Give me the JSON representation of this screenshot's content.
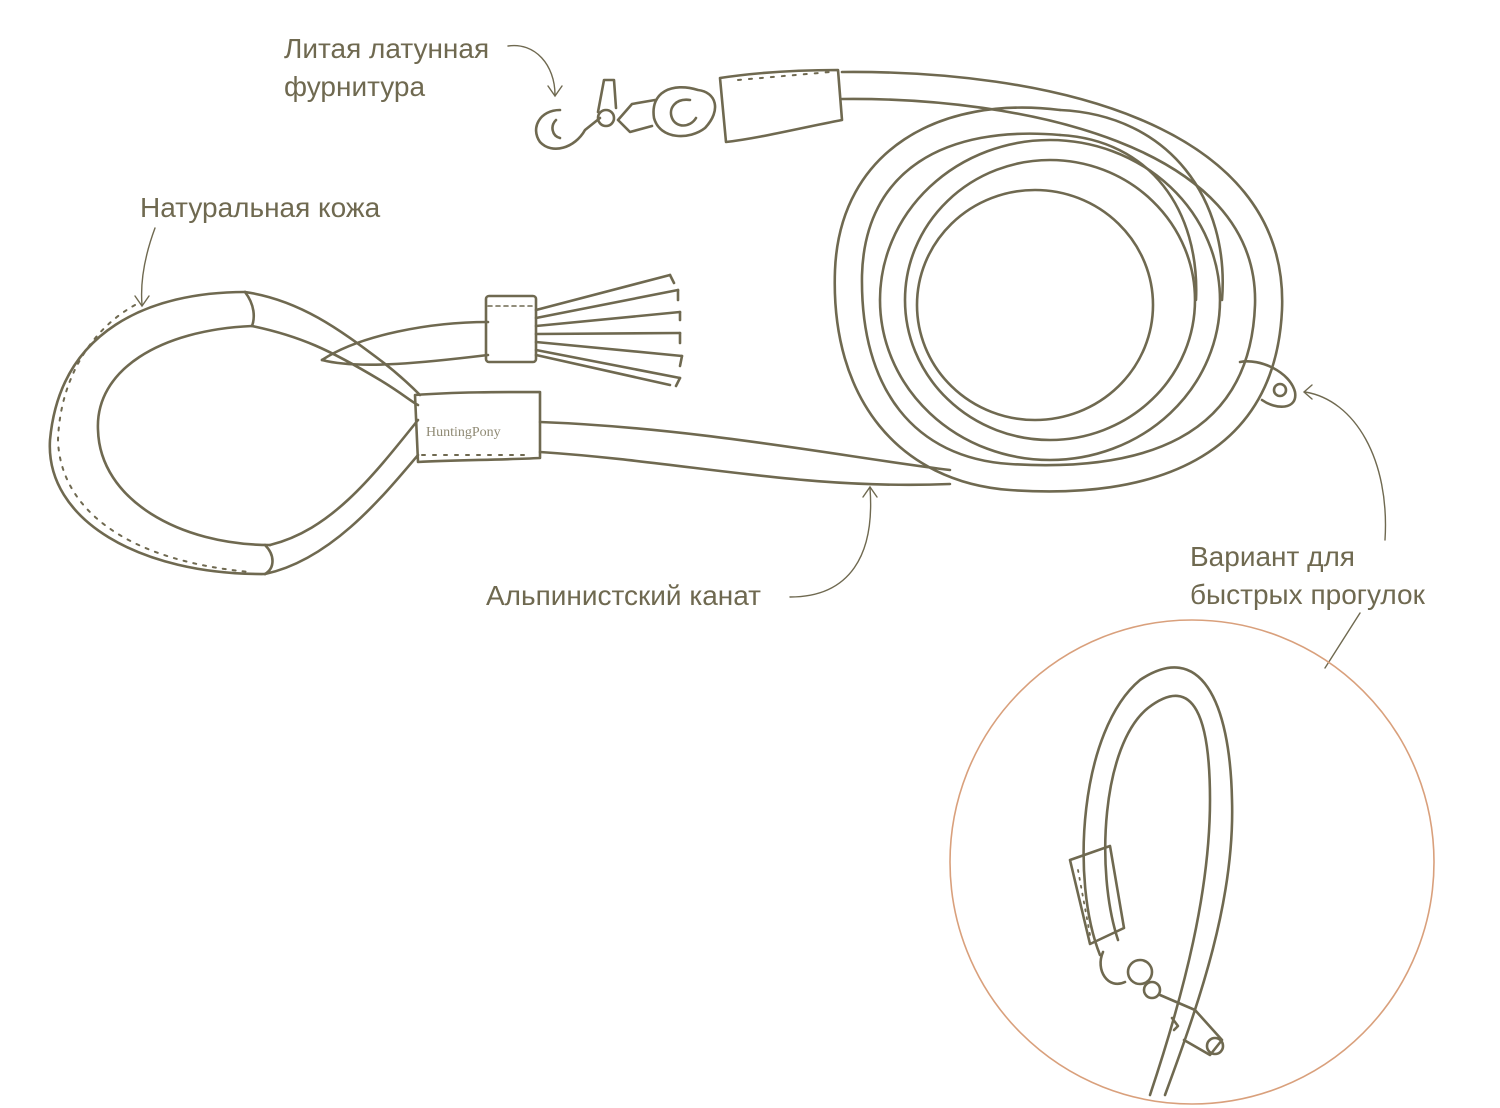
{
  "annotations": {
    "hardware": {
      "line1": "Литая латунная",
      "line2": "фурнитура"
    },
    "leather": {
      "text": "Натуральная кожа"
    },
    "rope": {
      "text": "Альпинистский канат"
    },
    "quick_walk": {
      "line1": "Вариант для",
      "line2": "быстрых прогулок"
    }
  },
  "brand_tag": "HuntingPony",
  "colors": {
    "line": "#6f6950",
    "text": "#6f6950",
    "circle": "#d9a07c",
    "background": "#ffffff"
  }
}
